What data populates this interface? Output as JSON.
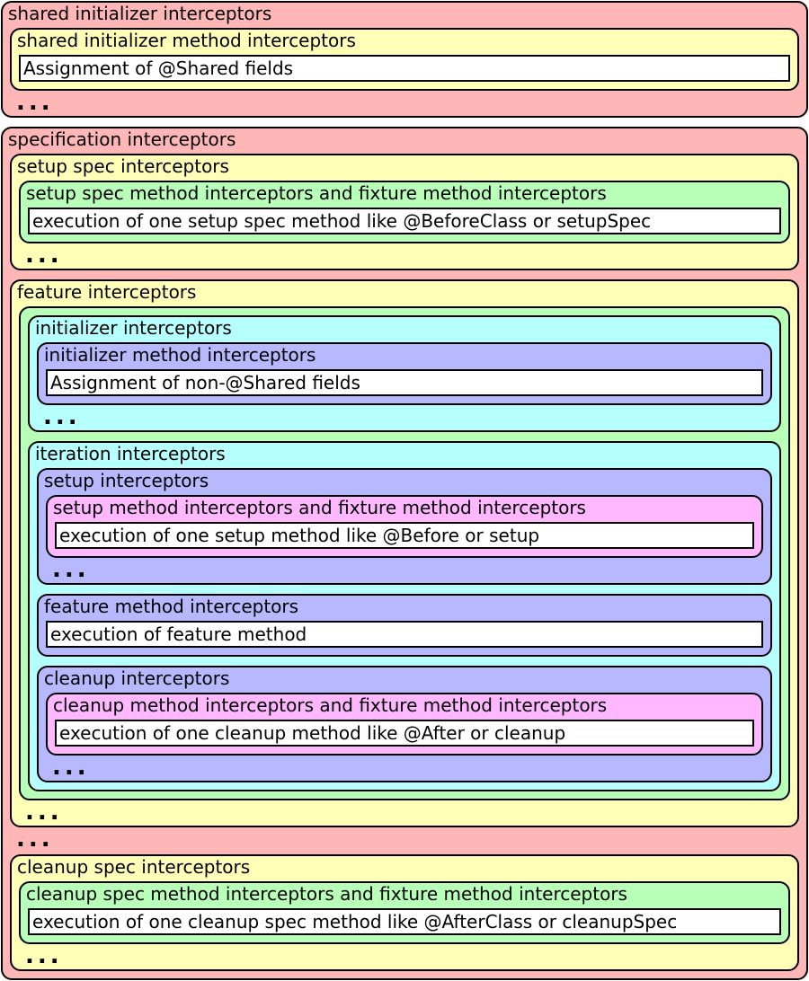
{
  "ellipsis": "...",
  "shared_initializer": {
    "label": "shared initializer interceptors",
    "method": {
      "label": "shared initializer method interceptors",
      "execution": "Assignment of @Shared fields"
    }
  },
  "specification": {
    "label": "specification interceptors",
    "setup_spec": {
      "label": "setup spec interceptors",
      "method": {
        "label": "setup spec method interceptors and fixture method interceptors",
        "execution": "execution of one setup spec method like @BeforeClass or setupSpec"
      }
    },
    "feature": {
      "label": "feature interceptors",
      "initializer": {
        "label": "initializer interceptors",
        "method": {
          "label": "initializer method interceptors",
          "execution": "Assignment of non-@Shared fields"
        }
      },
      "iteration": {
        "label": "iteration interceptors",
        "setup": {
          "label": "setup interceptors",
          "method": {
            "label": "setup method interceptors and fixture method interceptors",
            "execution": "execution of one setup method like @Before or setup"
          }
        },
        "feature_method": {
          "label": "feature method interceptors",
          "execution": "execution of feature method"
        },
        "cleanup": {
          "label": "cleanup interceptors",
          "method": {
            "label": "cleanup method interceptors and fixture method interceptors",
            "execution": "execution of one cleanup method like @After or cleanup"
          }
        }
      }
    },
    "cleanup_spec": {
      "label": "cleanup spec interceptors",
      "method": {
        "label": "cleanup spec method interceptors and fixture method interceptors",
        "execution": "execution of one cleanup spec method like @AfterClass or cleanupSpec"
      }
    }
  }
}
